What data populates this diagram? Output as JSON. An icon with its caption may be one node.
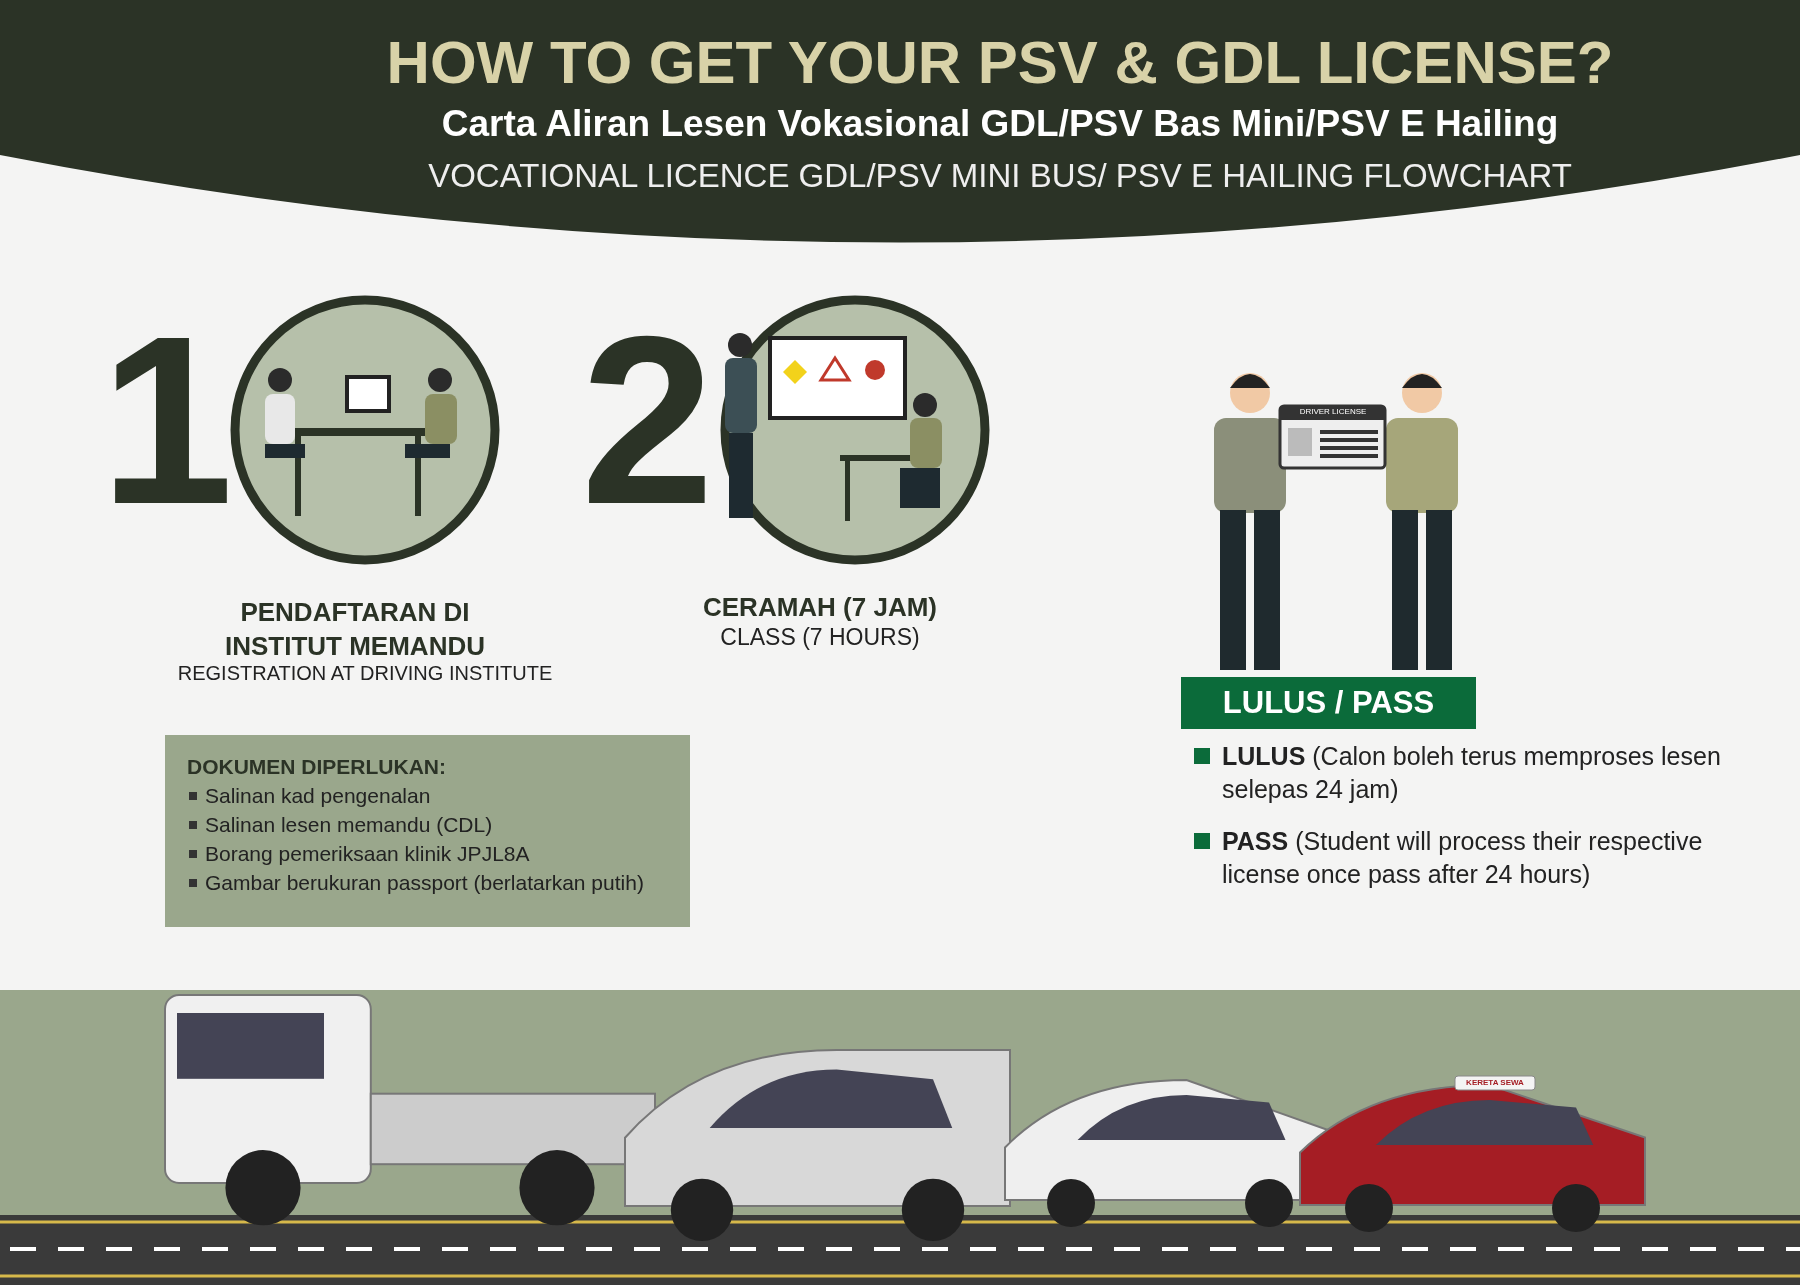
{
  "diagram": {
    "title": "HOW TO GET YOUR PSV & GDL LICENSE?",
    "nodes": [
      {
        "text": [
          "DOKUMEN DIPERLUKAN:",
          "Salinan kad pengenalan",
          "Salinan lesen memandu (CDL)",
          "Borang pemeriksaan klinik JPJL8A",
          "Gambar berukuran passport (berlatarkan putih)"
        ]
      },
      {
        "text": [
          "LULUS / PASS"
        ]
      }
    ],
    "labels": [
      "Carta Aliran Lesen Vokasional GDL/PSV Bas Mini/PSV E Hailing",
      "VOCATIONAL LICENCE GDL/PSV MINI BUS/ PSV E HAILING FLOWCHART",
      "1",
      "2",
      "PENDAFTARAN DI INSTITUT MEMANDU",
      "REGISTRATION AT DRIVING INSTITUTE",
      "CERAMAH (7 JAM)",
      "CLASS (7 HOURS)",
      "DRIVER LICENSE",
      "**LULUS** (Calon boleh terus memproses lesen selepas 24 jam)",
      "**PASS** (Student will process their respective license once pass after 24 hours)",
      "KERETA SEWA"
    ]
  }
}
